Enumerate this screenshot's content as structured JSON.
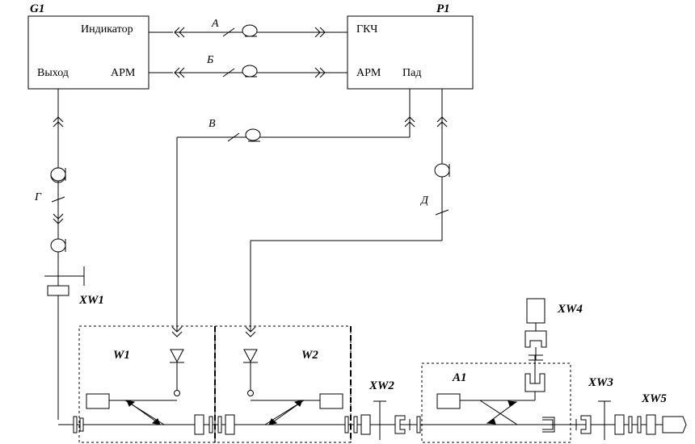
{
  "devices": {
    "g1": {
      "id": "G1",
      "indicator": "Индикатор",
      "output": "Выход",
      "arm": "АРМ"
    },
    "p1": {
      "id": "P1",
      "gkch": "ГКЧ",
      "arm": "АРМ",
      "pad": "Пад"
    },
    "w1": "W1",
    "w2": "W2",
    "a1": "A1"
  },
  "cables": {
    "a": "А",
    "b": "Б",
    "v": "В",
    "g": "Г",
    "d": "Д"
  },
  "connectors": {
    "xw1": "XW1",
    "xw2": "XW2",
    "xw3": "XW3",
    "xw4": "XW4",
    "xw5": "XW5"
  }
}
